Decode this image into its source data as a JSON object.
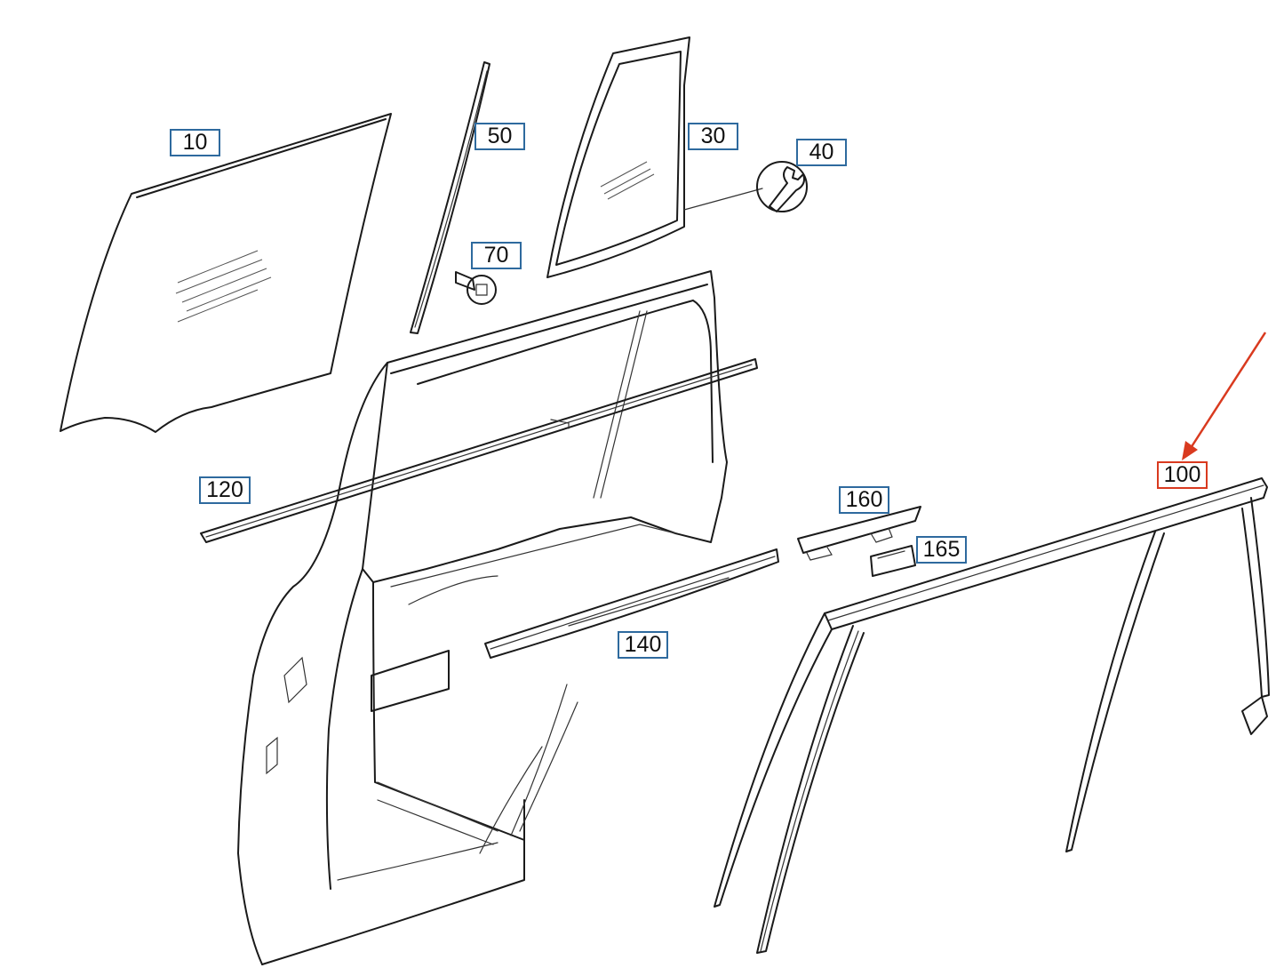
{
  "callouts": {
    "c10": "10",
    "c50": "50",
    "c30": "30",
    "c40": "40",
    "c70": "70",
    "c120": "120",
    "c160": "160",
    "c165": "165",
    "c140": "140",
    "c100": "100"
  },
  "colors": {
    "callout_border": "#2e6a9e",
    "highlight": "#d93a1f",
    "line": "#1a1a1a"
  },
  "icons": {
    "wrench": "wrench-icon"
  }
}
